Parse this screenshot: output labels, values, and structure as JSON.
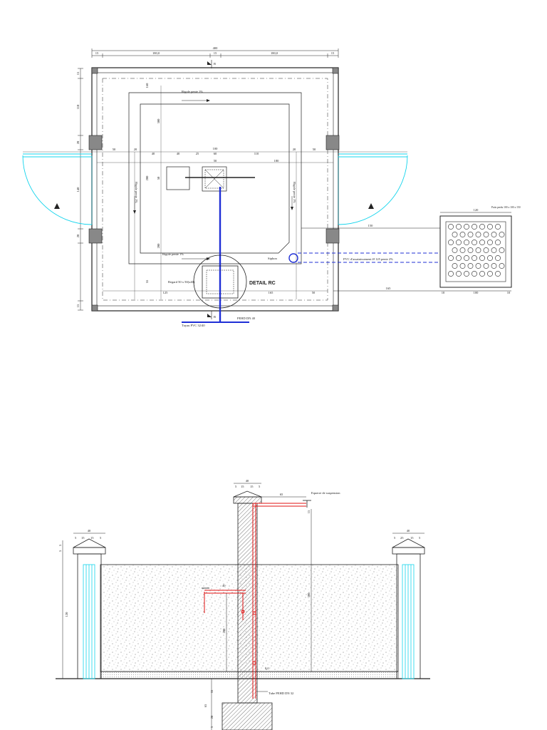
{
  "colors": {
    "line": "#222222",
    "pipe_blue": "#1f2fd6",
    "pipe_red": "#e01010",
    "door_cyan": "#14d4ec",
    "hatch": "#555555"
  },
  "plan": {
    "overall_dims": {
      "total": "400",
      "edge_left": "15",
      "span_left": "180,0",
      "mid": "15",
      "span_right": "180,0",
      "edge_right": "15"
    },
    "left_dims": [
      "15",
      "110",
      "20",
      "140",
      "20",
      "15"
    ],
    "inner_dims": [
      "50",
      "20",
      "40",
      "40",
      "25",
      "60",
      "110",
      "20",
      "50"
    ],
    "inner_subdims": [
      "100",
      "50",
      "180"
    ],
    "bottom_dims": [
      "125",
      "165",
      "50"
    ],
    "vertical_dims": [
      "300",
      "200",
      "50",
      "160",
      "200",
      "55"
    ],
    "section_marker_top": "B",
    "section_marker_bottom": "B",
    "slope_label_top": "Rigole pente 1%",
    "slope_label_bottom": "Rigole pente 1%",
    "slope_label_left": "Rigole pente 1%",
    "slope_label_right": "Rigole pente 1%",
    "regard_label": "Regard 50 x 50(x40)",
    "detail_label": "DETAIL RC",
    "siphon_label": "Siphon",
    "pvc_label": "PVC d'assainissement Ø 125 pente 2%",
    "pipe_label": "PEHD DN 40",
    "tuyau_label": "Tuyau PVC 32/40",
    "pit_label": "Puits perdu 100 x 100 x 150",
    "pit_dims": {
      "width": "120",
      "edge_left": "10",
      "inner": "100",
      "edge_right": "10"
    },
    "pit_connection_dim": "150",
    "pit_distance_dim": "165",
    "door_marker": "A"
  },
  "section": {
    "center_pillar_width": "40",
    "center_pillar_sub": [
      "5",
      "15",
      "15",
      "5"
    ],
    "left_pillar_width": "40",
    "left_pillar_sub": [
      "5",
      "15",
      "15",
      "5"
    ],
    "right_pillar_width": "40",
    "right_pillar_sub": [
      "5",
      "25",
      "15",
      "5"
    ],
    "top_pipe_dim": "65",
    "top_label": "Equerre de suspension",
    "dim_15": "15",
    "dim_300": "300",
    "small_arm_dim": "40",
    "wall_height": "120",
    "dim_200": "200",
    "left_dim_5a": "5",
    "left_dim_5b": "5",
    "footing_dims": [
      "65",
      "33",
      "20",
      "5"
    ],
    "pipe_label": "Tube PEHD DN 32",
    "gl_label": "0,0"
  }
}
